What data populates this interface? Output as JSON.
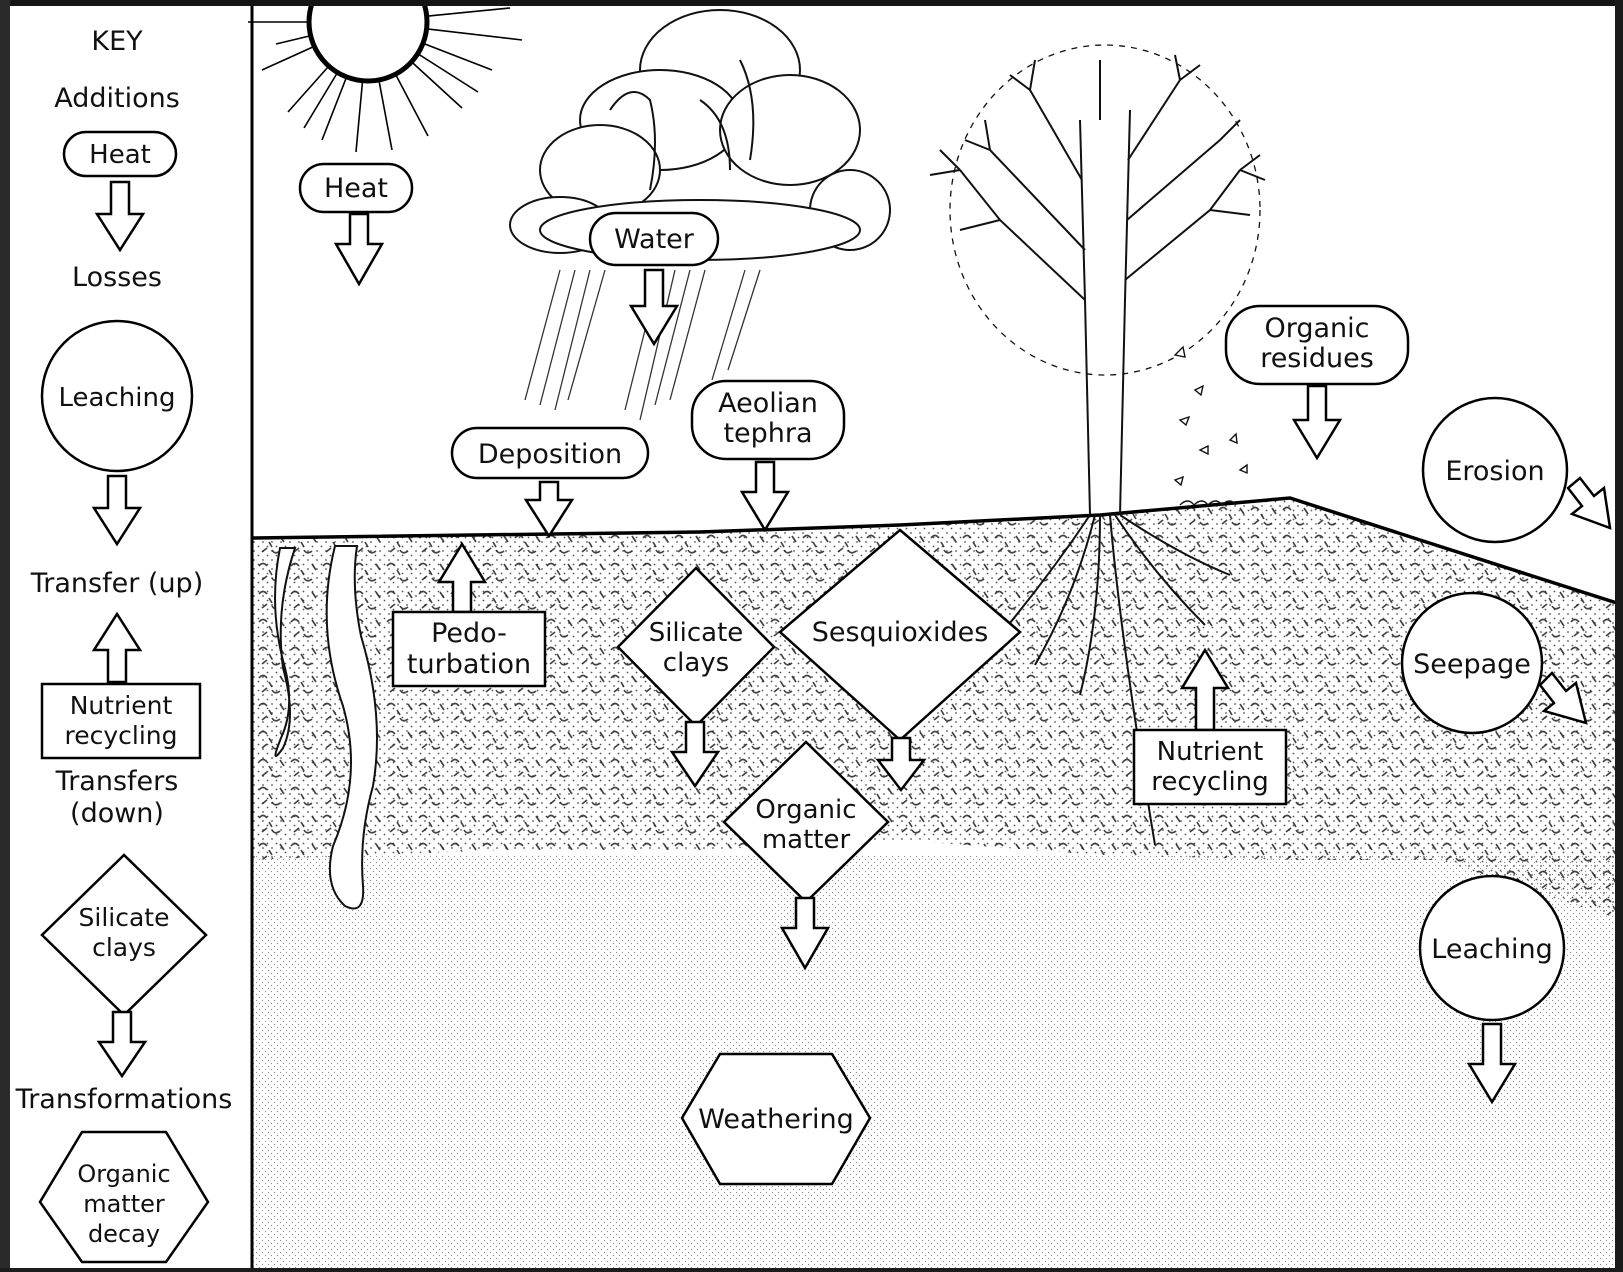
{
  "key": {
    "title": "KEY",
    "additions": {
      "heading": "Additions",
      "example": "Heat"
    },
    "losses": {
      "heading": "Losses",
      "example": "Leaching"
    },
    "transfer_up": {
      "heading": "Transfer (up)",
      "example": [
        "Nutrient",
        "recycling"
      ]
    },
    "transfers_down": {
      "heading": [
        "Transfers",
        "(down)"
      ],
      "example": [
        "Silicate",
        "clays"
      ]
    },
    "transformations": {
      "heading": "Transformations",
      "example": [
        "Organic",
        "matter",
        "decay"
      ]
    }
  },
  "processes": {
    "heat": "Heat",
    "water": "Water",
    "deposition": "Deposition",
    "aeolian_tephra": [
      "Aeolian",
      "tephra"
    ],
    "organic_residues": [
      "Organic",
      "residues"
    ],
    "erosion": "Erosion",
    "pedoturbation": [
      "Pedo-",
      "turbation"
    ],
    "silicate_clays": [
      "Silicate",
      "clays"
    ],
    "sesquioxides": "Sesquioxides",
    "organic_matter": [
      "Organic",
      "matter"
    ],
    "nutrient_recycling": [
      "Nutrient",
      "recycling"
    ],
    "seepage": "Seepage",
    "leaching": "Leaching",
    "weathering": "Weathering"
  }
}
